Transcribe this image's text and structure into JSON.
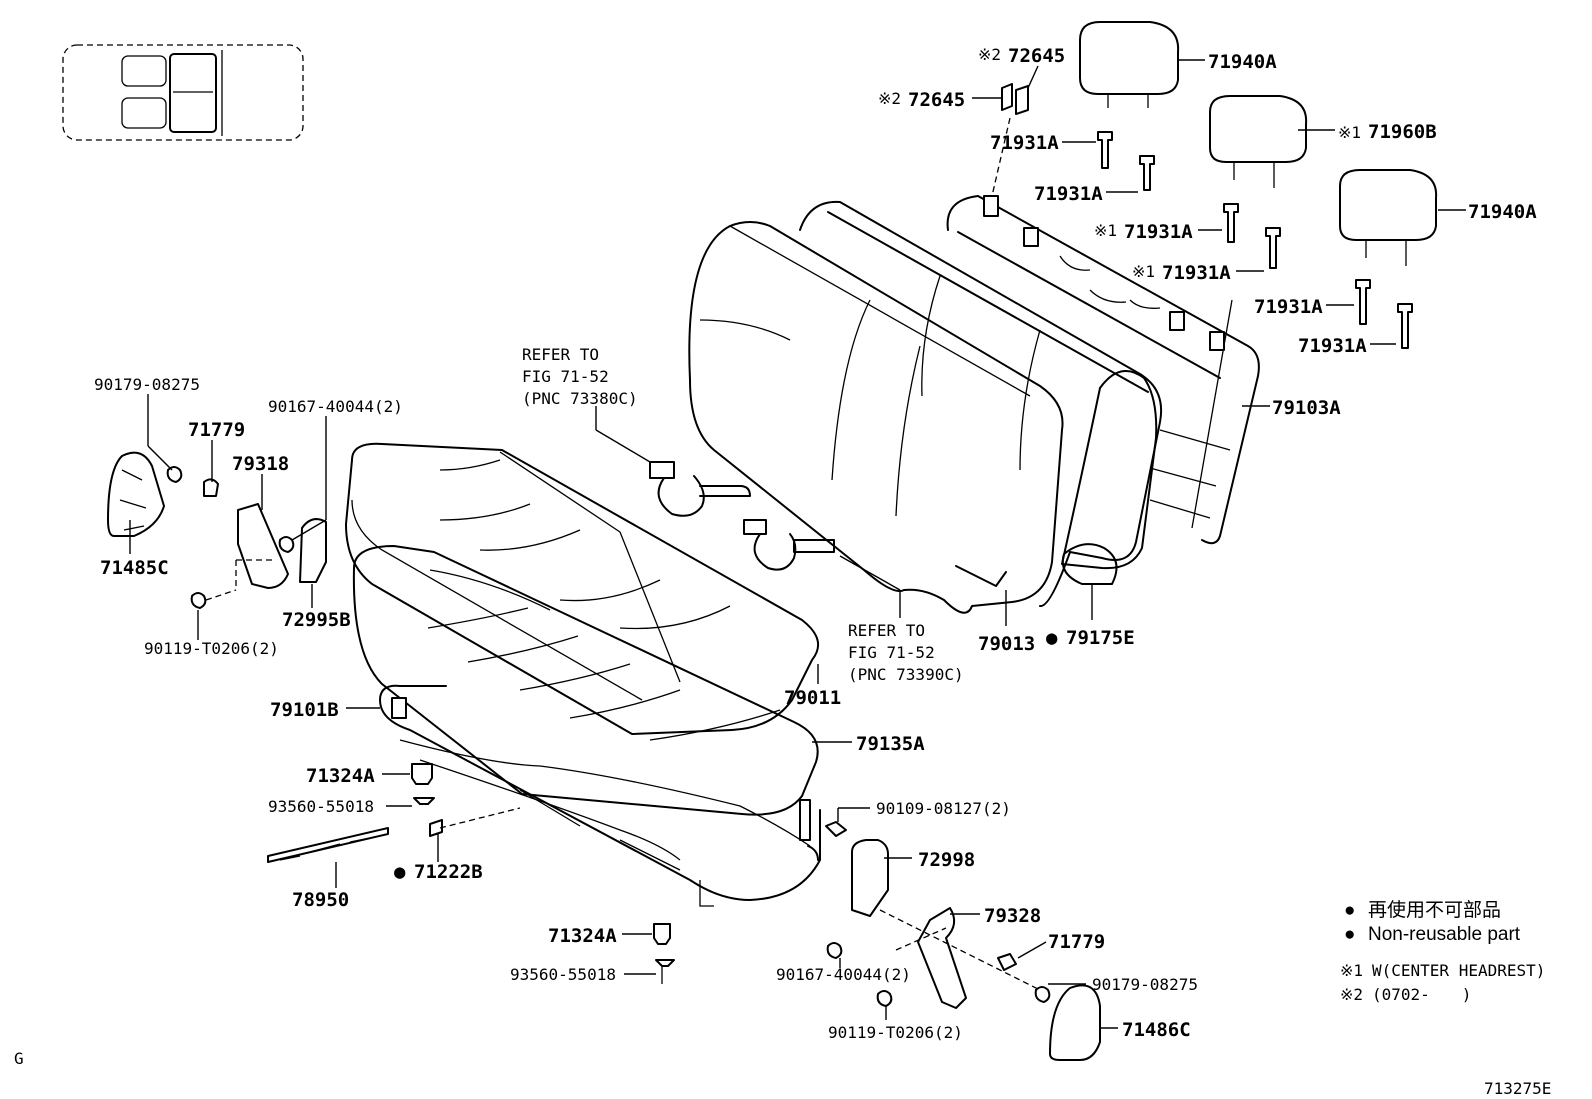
{
  "inset": {
    "title": ""
  },
  "labels": {
    "l72645_a": "72645",
    "l72645_b": "72645",
    "l71940a_top": "71940A",
    "l71960b": "71960B",
    "l71931a_1": "71931A",
    "l71931a_2": "71931A",
    "l71931a_3": "71931A",
    "l71931a_4": "71931A",
    "l71931a_5": "71931A",
    "l71931a_6": "71931A",
    "l71940a_right": "71940A",
    "l79103a": "79103A",
    "l79013": "79013",
    "l79175e": "79175E",
    "l79011": "79011",
    "l79135a": "79135A",
    "l79101b": "79101B",
    "l71324a_top": "71324A",
    "l93560_top": "93560-55018",
    "l71222b": "71222B",
    "l78950": "78950",
    "l71324a_bot": "71324A",
    "l93560_bot": "93560-55018",
    "l90109": "90109-08127(2)",
    "l72998": "72998",
    "l79328": "79328",
    "l71779_right": "71779",
    "l90179_right": "90179-08275",
    "l90167_right": "90167-40044(2)",
    "l90119_right": "90119-T0206(2)",
    "l71486c": "71486C",
    "l90179_left": "90179-08275",
    "l71779_left": "71779",
    "l90167_left": "90167-40044(2)",
    "l79318": "79318",
    "l71485c": "71485C",
    "l72995b": "72995B",
    "l90119_left": "90119-T0206(2)"
  },
  "markers": {
    "note1": "※1",
    "note2": "※2",
    "bullet": "●"
  },
  "refer_top": [
    "REFER TO",
    "FIG 71-52",
    "(PNC 73380C)"
  ],
  "refer_bottom": [
    "REFER TO",
    "FIG 71-52",
    "(PNC 73390C)"
  ],
  "legend": {
    "jp": "再使用不可部品",
    "en": "Non-reusable part",
    "note1_text": "W(CENTER HEADREST)",
    "note2_text": "(0702-　　)"
  },
  "corner_left": "G",
  "figure_id": "713275E"
}
